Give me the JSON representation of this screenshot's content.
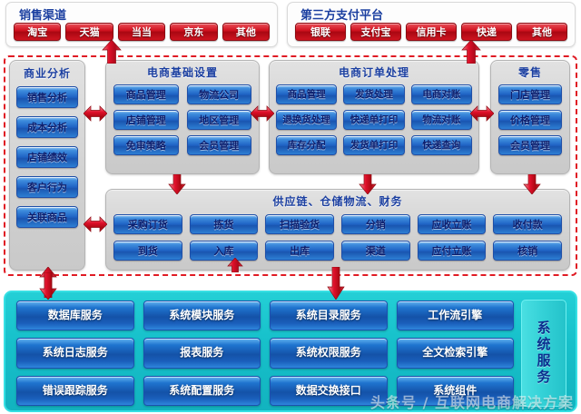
{
  "top_panels": [
    {
      "title": "销售渠道",
      "buttons": [
        "淘宝",
        "天猫",
        "当当",
        "京东",
        "其他"
      ]
    },
    {
      "title": "第三方支付平台",
      "buttons": [
        "银联",
        "支付宝",
        "信用卡",
        "快递",
        "其他"
      ]
    }
  ],
  "business_analysis": {
    "title": "商业分析",
    "buttons": [
      "销售分析",
      "成本分析",
      "店铺绩效",
      "客户行为",
      "关联商品"
    ]
  },
  "ec_basic": {
    "title": "电商基础设置",
    "buttons": [
      "商品管理",
      "物流公司",
      "店铺管理",
      "地区管理",
      "免审策略",
      "会员管理"
    ]
  },
  "ec_order": {
    "title": "电商订单处理",
    "buttons": [
      "商品管理",
      "发货处理",
      "电商对账",
      "退换货处理",
      "快递单打印",
      "物流对账",
      "库存分配",
      "发货单打印",
      "快递查询"
    ]
  },
  "retail": {
    "title": "零售",
    "buttons": [
      "门店管理",
      "价格管理",
      "会员管理"
    ]
  },
  "supply_chain": {
    "title": "供应链、仓储物流、财务",
    "buttons": [
      "采购订货",
      "拣货",
      "扫描验货",
      "分销",
      "应收立账",
      "收付款",
      "到货",
      "入库",
      "出库",
      "渠道",
      "应付立账",
      "核销"
    ]
  },
  "system_services": {
    "label": "系统服务",
    "buttons": [
      "数据库服务",
      "系统模块服务",
      "系统目录服务",
      "工作流引擎",
      "系统日志服务",
      "报表服务",
      "系统权限服务",
      "全文检索引擎",
      "错误跟踪服务",
      "系统配置服务",
      "数据交换接口",
      "系统组件"
    ]
  },
  "watermark": "头条号 / 互联网电商解决方案",
  "colors": {
    "accent_red": "#d2121f",
    "accent_blue": "#1f63c4",
    "frame_dashed": "#e01b24",
    "services_cyan": "#17c1cb",
    "title_text": "#1b3fa0"
  }
}
